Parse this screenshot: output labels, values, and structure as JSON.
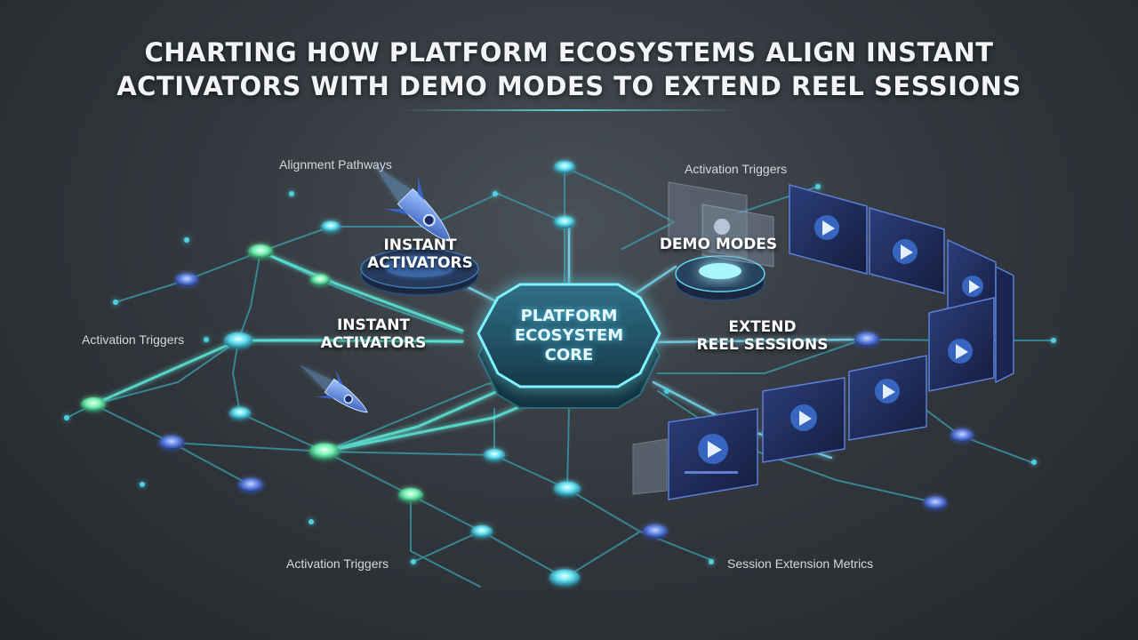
{
  "title": {
    "line1": "CHARTING HOW PLATFORM ECOSYSTEMS ALIGN INSTANT",
    "line2": "ACTIVATORS WITH DEMO MODES TO EXTEND REEL SESSIONS"
  },
  "core": {
    "line1": "PLATFORM",
    "line2": "ECOSYSTEM",
    "line3": "CORE"
  },
  "nodes": {
    "instant_activators_top": {
      "line1": "INSTANT",
      "line2": "ACTIVATORS"
    },
    "demo_modes": {
      "line1": "DEMO MODES"
    },
    "instant_activators_left": {
      "line1": "INSTANT",
      "line2": "ACTIVATORS"
    },
    "extend_reel_sessions": {
      "line1": "EXTEND",
      "line2": "REEL SESSIONS"
    }
  },
  "annotations": {
    "alignment_pathways": "Alignment Pathways",
    "activation_triggers_top": "Activation Triggers",
    "activation_triggers_left": "Activation Triggers",
    "activation_triggers_bottom": "Activation Triggers",
    "session_extension_metrics": "Session Extension Metrics"
  },
  "colors": {
    "accent_cyan": "#5fe3f0",
    "accent_green": "#6ff0b0",
    "accent_blue": "#5a8cff",
    "panel_navy": "#1d2a55"
  },
  "icons": [
    "rocket-icon",
    "play-icon"
  ]
}
